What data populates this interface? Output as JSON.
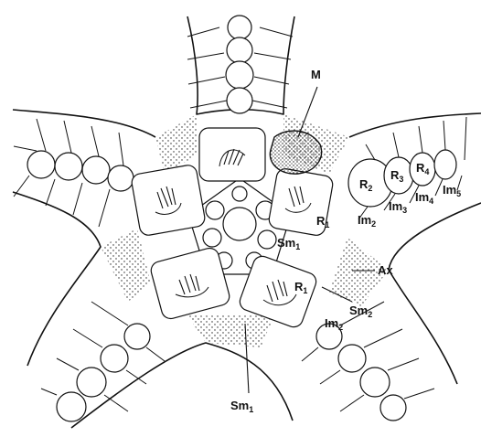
{
  "labels": {
    "M": {
      "main": "M",
      "sub": ""
    },
    "R2": {
      "main": "R",
      "sub": "2"
    },
    "R3": {
      "main": "R",
      "sub": "3"
    },
    "R4": {
      "main": "R",
      "sub": "4"
    },
    "Im2_right": {
      "main": "Im",
      "sub": "2"
    },
    "Im3": {
      "main": "Im",
      "sub": "3"
    },
    "Im4": {
      "main": "Im",
      "sub": "4"
    },
    "Im5": {
      "main": "Im",
      "sub": "5"
    },
    "R1_upper": {
      "main": "R",
      "sub": "1"
    },
    "Sm1_center": {
      "main": "Sm",
      "sub": "1"
    },
    "Ax": {
      "main": "Ax",
      "sub": ""
    },
    "R1_lower": {
      "main": "R",
      "sub": "1"
    },
    "Sm2": {
      "main": "Sm",
      "sub": "2"
    },
    "Im2_lower": {
      "main": "Im",
      "sub": "2"
    },
    "Sm1_bottom": {
      "main": "Sm",
      "sub": "1"
    }
  }
}
